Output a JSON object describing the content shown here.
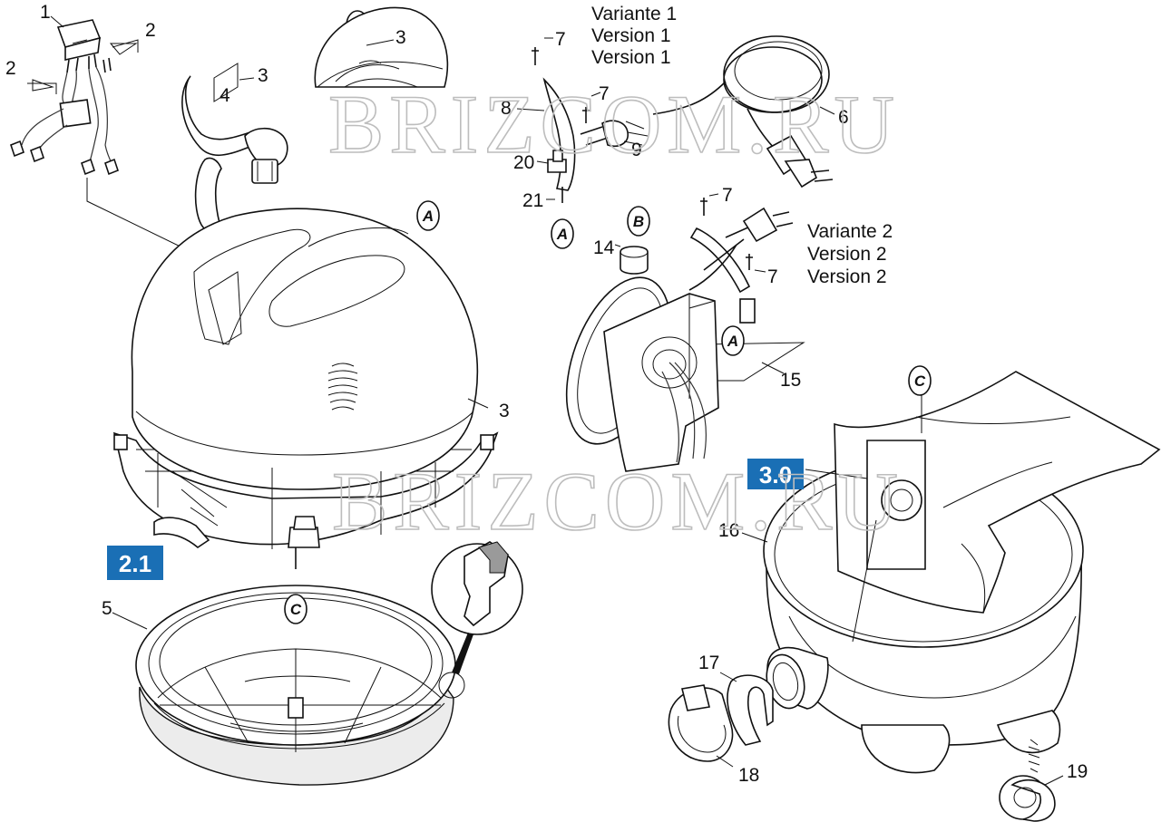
{
  "watermark": "BRIZCOM.RU",
  "variants": {
    "v1": [
      "Variante 1",
      "Version 1",
      "Version 1"
    ],
    "v2": [
      "Variante 2",
      "Version  2",
      "Version 2"
    ]
  },
  "badges": {
    "b21": "2.1",
    "b30": "3.0"
  },
  "badge_color": "#1a6fb5",
  "circle_refs": {
    "A": "A",
    "B": "B",
    "C": "C"
  },
  "parts": {
    "p1": "1",
    "p2": "2",
    "p3": "3",
    "p4": "4",
    "p5": "5",
    "p6": "6",
    "p7": "7",
    "p8": "8",
    "p9": "9",
    "p14": "14",
    "p15": "15",
    "p16": "16",
    "p17": "17",
    "p18": "18",
    "p19": "19",
    "p20": "20",
    "p21": "21"
  }
}
